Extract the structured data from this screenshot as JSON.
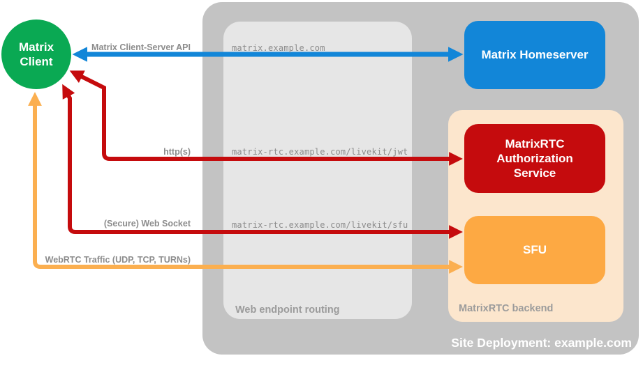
{
  "colors": {
    "site-bg": "#c3c3c3",
    "routing-bg": "#e6e6e6",
    "backend-bg": "#fce6cd",
    "green": "#0aa953",
    "blue": "#1286d8",
    "red": "#c50b0d",
    "orange": "#fda943",
    "arrow-orange": "#fbaf50",
    "label-gray": "#8c8c8c",
    "panel-label-gray": "#9b9b9b"
  },
  "diagram": {
    "client": {
      "label": "Matrix\nClient"
    },
    "homeserver": {
      "label": "Matrix Homeserver"
    },
    "auth_service": {
      "label": "MatrixRTC\nAuthorization\nService"
    },
    "sfu": {
      "label": "SFU"
    },
    "containers": {
      "site": {
        "label": "Site Deployment: example.com"
      },
      "routing": {
        "label": "Web endpoint routing"
      },
      "backend": {
        "label": "MatrixRTC backend"
      }
    },
    "connections": [
      {
        "label": "Matrix Client-Server API",
        "endpoint": "matrix.example.com",
        "color": "blue"
      },
      {
        "label": "http(s)",
        "endpoint": "matrix-rtc.example.com/livekit/jwt",
        "color": "red"
      },
      {
        "label": "(Secure) Web Socket",
        "endpoint": "matrix-rtc.example.com/livekit/sfu",
        "color": "red"
      },
      {
        "label": "WebRTC Traffic (UDP, TCP, TURNs)",
        "endpoint": "",
        "color": "orange"
      }
    ]
  }
}
